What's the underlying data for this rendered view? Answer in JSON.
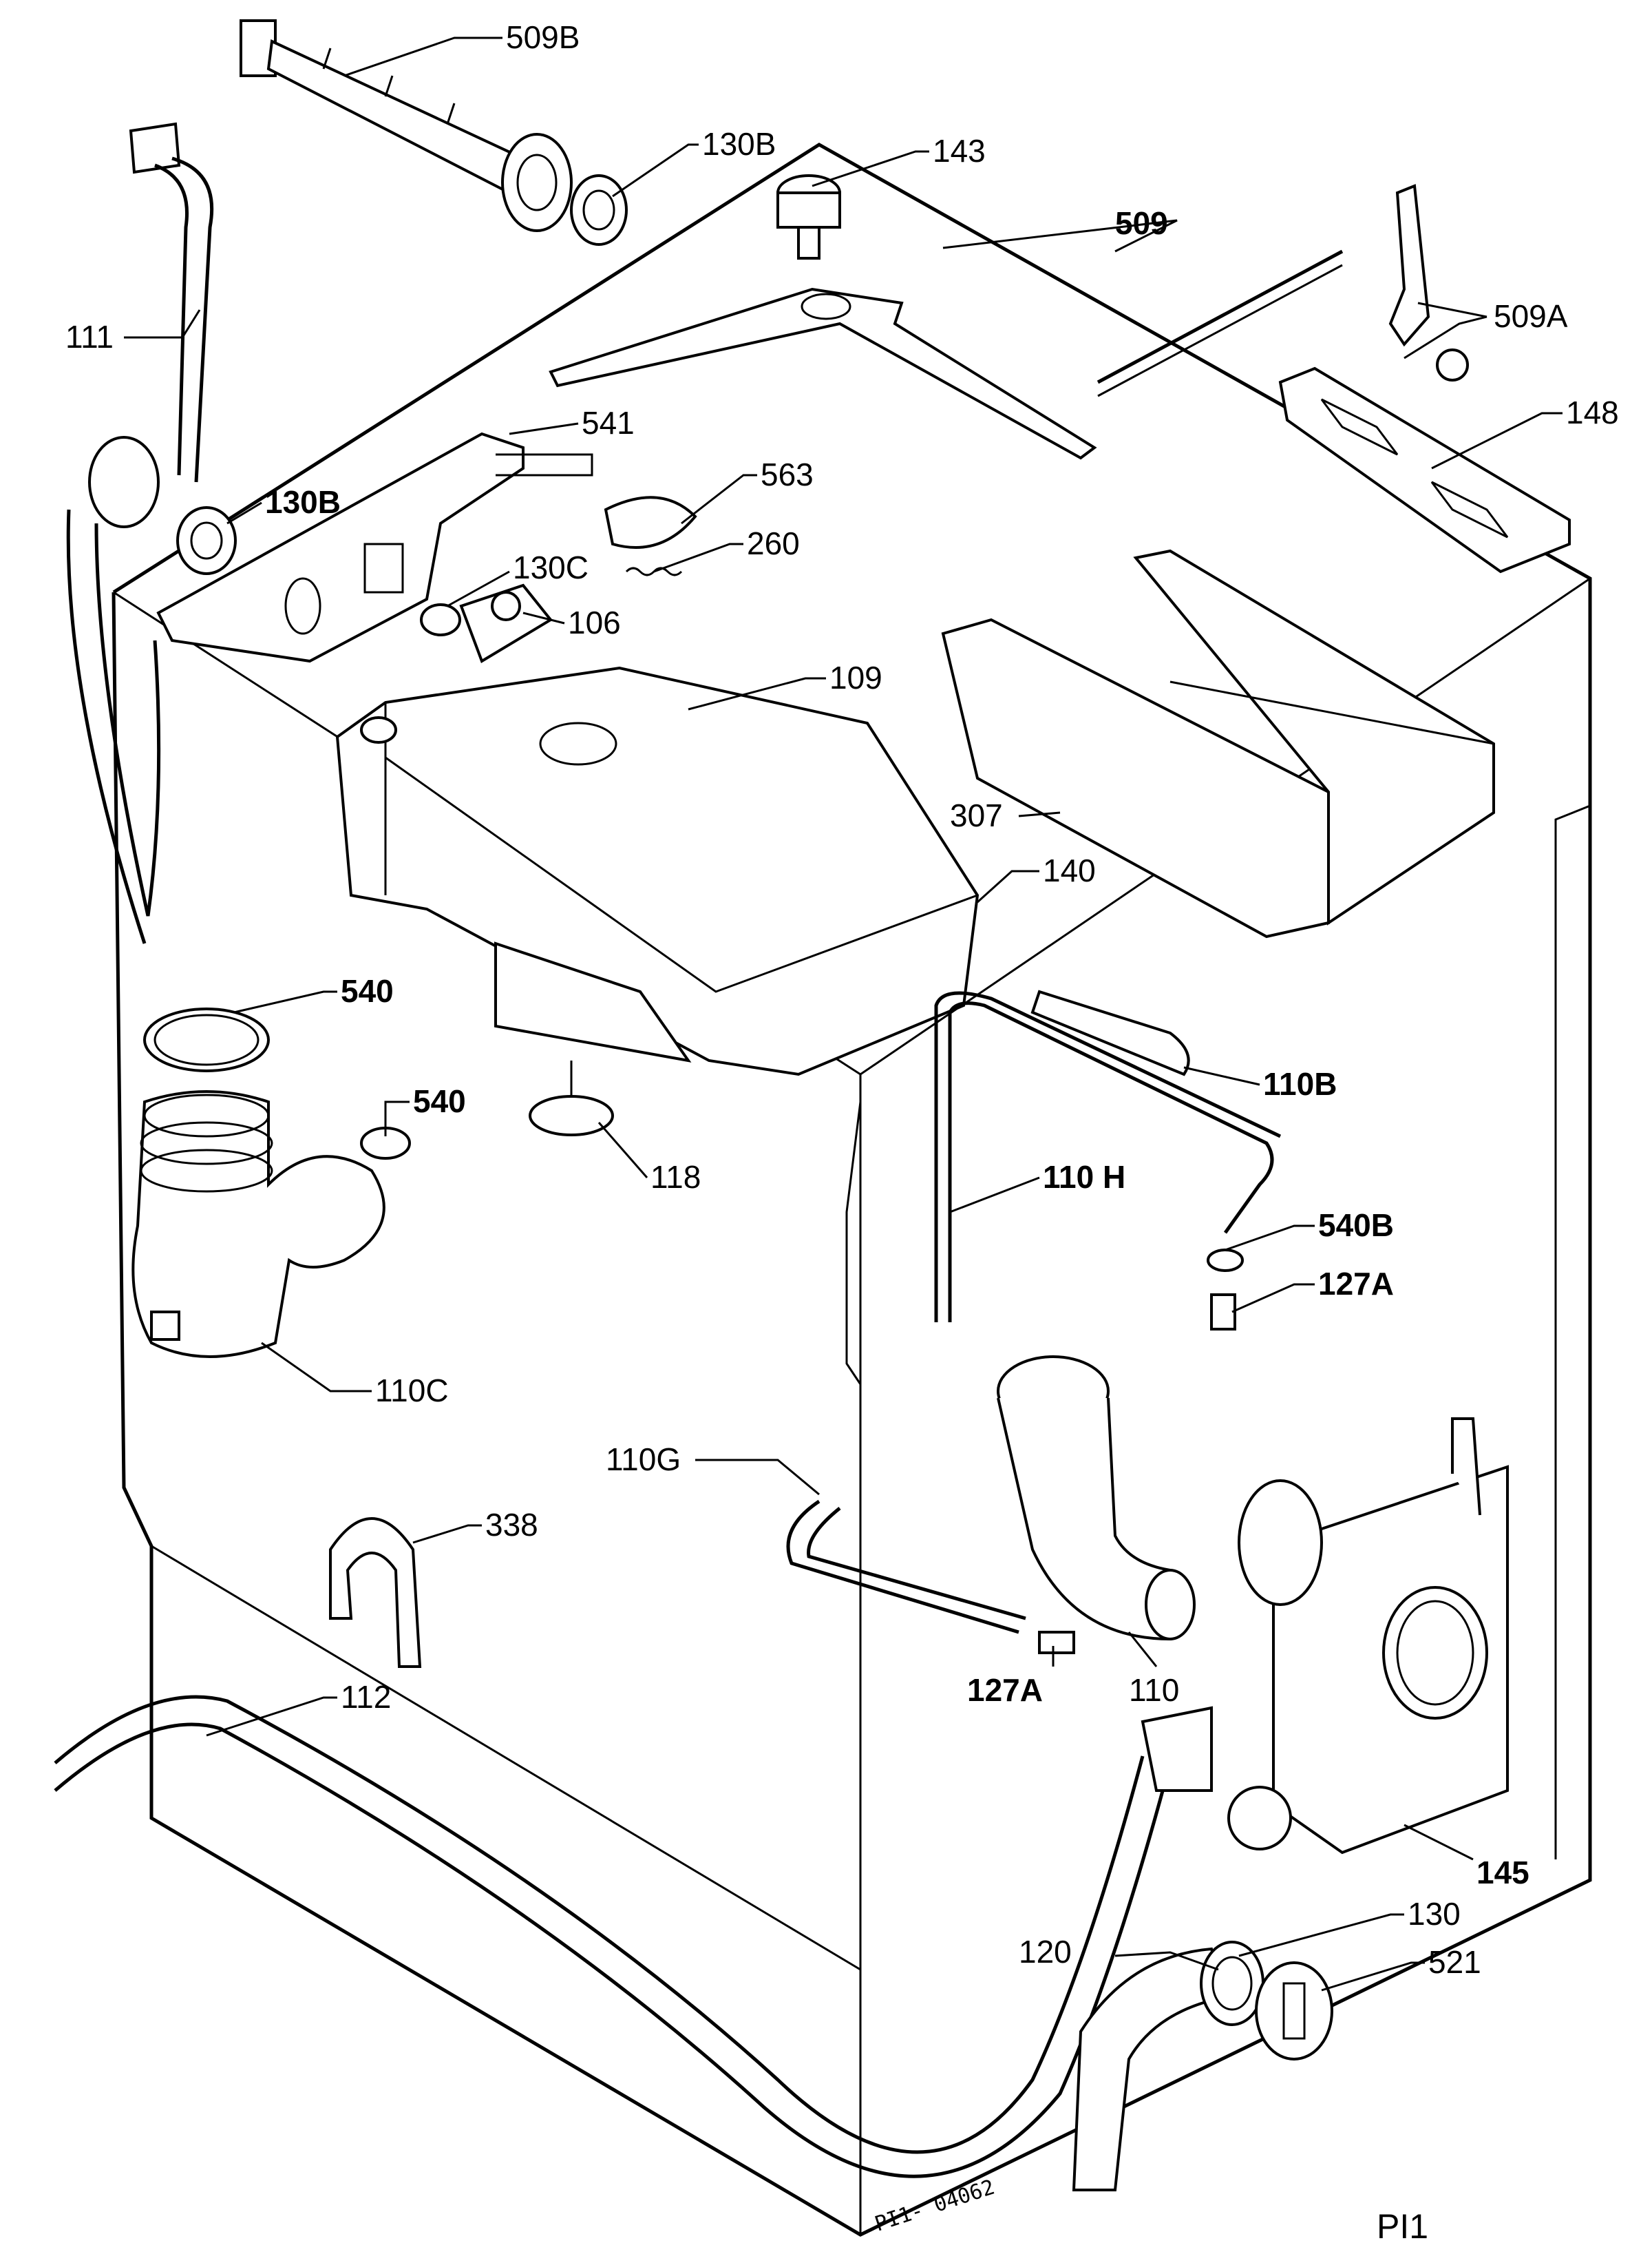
{
  "callouts": {
    "p509b": "509B",
    "p130b_top": "130B",
    "p143": "143",
    "p509": "509",
    "p509a": "509A",
    "p111": "111",
    "p541": "541",
    "p148": "148",
    "p563": "563",
    "p130b_left": "130B",
    "p260": "260",
    "p130c": "130C",
    "p106": "106",
    "p109": "109",
    "p307": "307",
    "p140": "140",
    "p540_a": "540",
    "p540_b": "540",
    "p110b": "110B",
    "p118": "118",
    "p110h": "110 H",
    "p540b": "540B",
    "p127a_right": "127A",
    "p110c": "110C",
    "p110g": "110G",
    "p338": "338",
    "p127a_bottom": "127A",
    "p110": "110",
    "p112": "112",
    "p145": "145",
    "p130": "130",
    "p120": "120",
    "p521": "521"
  },
  "stamp": "PI1- 04062",
  "page_code": "PI1"
}
